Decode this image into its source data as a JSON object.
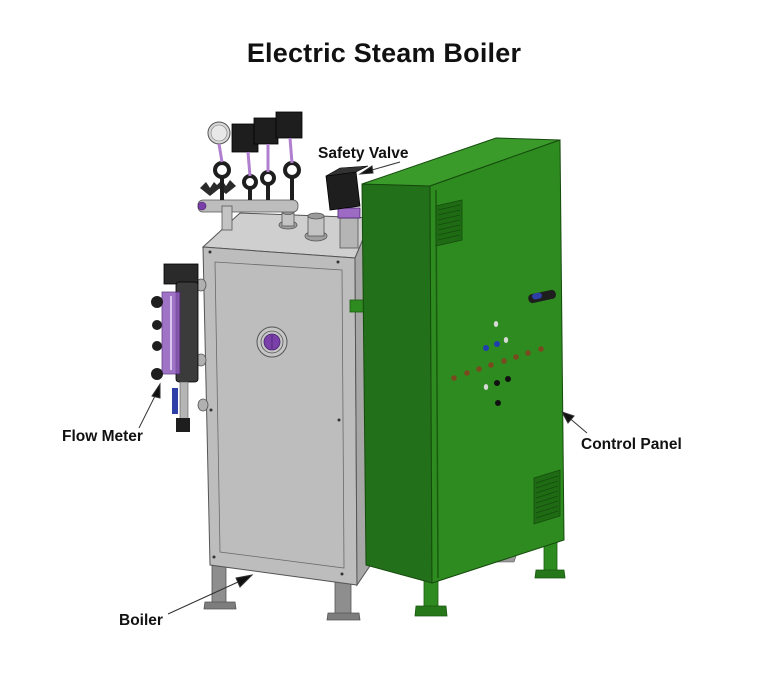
{
  "title": "Electric Steam Boiler",
  "labels": {
    "safety_valve": "Safety Valve",
    "flow_meter": "Flow Meter",
    "control_panel": "Control Panel",
    "boiler": "Boiler"
  },
  "components": [
    {
      "id": "safety-valve",
      "label": "Safety Valve",
      "location": "top of boiler, beside control panel"
    },
    {
      "id": "flow-meter",
      "label": "Flow Meter",
      "location": "left side of boiler"
    },
    {
      "id": "control-panel",
      "label": "Control Panel",
      "location": "right, green cabinet"
    },
    {
      "id": "boiler",
      "label": "Boiler",
      "location": "center, grey cabinet"
    }
  ],
  "colors": {
    "panel_green": "#2e8b1f",
    "panel_green_dark": "#1f6b14",
    "boiler_grey": "#b9b9b9",
    "boiler_grey_light": "#d3d3d3",
    "accent_purple": "#7a3fa8",
    "fitting_black": "#1e1e1e",
    "text": "#111111"
  }
}
